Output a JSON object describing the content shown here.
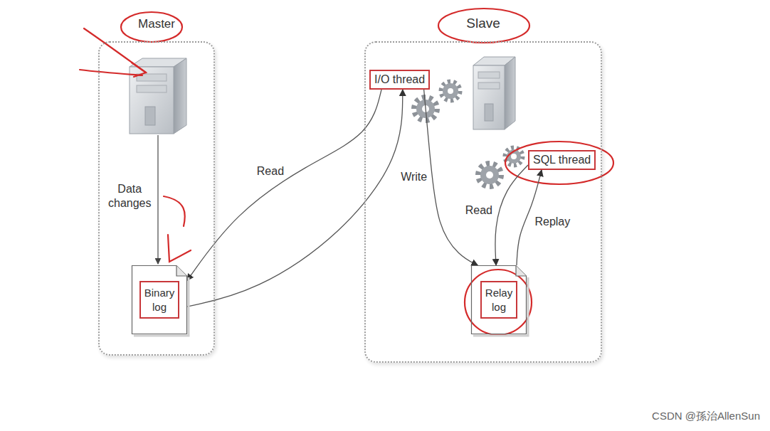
{
  "diagram": {
    "nodes": [
      {
        "text": [
          "Master"
        ]
      },
      {
        "text": [
          "Binary log"
        ],
        "in": 0
      },
      {
        "text": [
          "Slave"
        ]
      },
      {
        "text": [
          "I/O thread"
        ],
        "in": 2
      },
      {
        "text": [
          "SQL thread"
        ],
        "in": 2
      },
      {
        "text": [
          "Relay log"
        ],
        "in": 2
      }
    ],
    "edges": [
      {
        "from": 3,
        "to": 1,
        "label": "Read",
        "arrow": "to"
      },
      {
        "from": 1,
        "to": 3,
        "arrow": "to"
      },
      {
        "from": 3,
        "to": 5,
        "label": "Write",
        "arrow": "to"
      },
      {
        "from": 4,
        "to": 5,
        "label": "Read",
        "arrow": "to"
      },
      {
        "from": 5,
        "to": 4,
        "label": "Replay",
        "arrow": "to"
      }
    ],
    "labels": [
      "Data changes",
      "CSDN @孫治AllenSun"
    ]
  }
}
